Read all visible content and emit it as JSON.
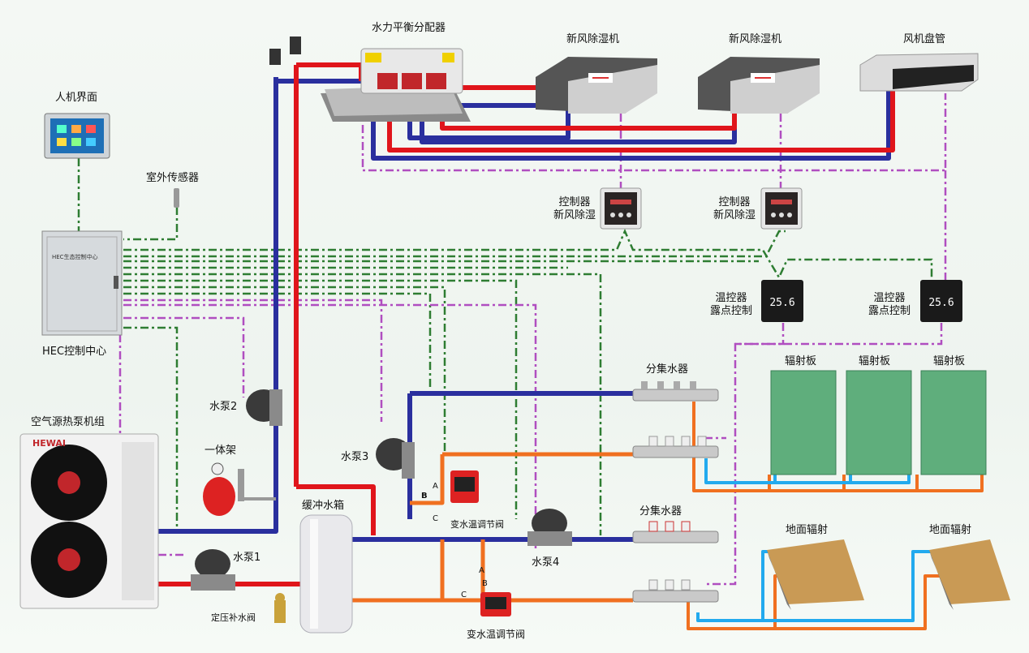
{
  "labels": {
    "hydraulic_distributor": "水力平衡分配器",
    "fresh_air_1": "新风除湿机",
    "fresh_air_2": "新风除湿机",
    "fan_coil": "风机盘管",
    "hmi": "人机界面",
    "outdoor_sensor": "室外传感器",
    "controller_1_line1": "控制器",
    "controller_1_line2": "新风除湿",
    "controller_2_line1": "控制器",
    "controller_2_line2": "新风除湿",
    "thermostat_1_line1": "温控器",
    "thermostat_1_line2": "露点控制",
    "thermostat_2_line1": "温控器",
    "thermostat_2_line2": "露点控制",
    "hec_center": "HEC控制中心",
    "hec_box_text": "HEC生态控制中心",
    "heat_pump": "空气源热泵机组",
    "heat_pump_brand": "HEWAI",
    "pump_1": "水泵1",
    "pump_2": "水泵2",
    "pump_3": "水泵3",
    "pump_4": "水泵4",
    "integrated_rack": "一体架",
    "buffer_tank": "缓冲水箱",
    "pressure_valve": "定压补水阀",
    "mixing_valve_1": "变水温调节阀",
    "mixing_valve_2": "变水温调节阀",
    "manifold_1": "分集水器",
    "manifold_2": "分集水器",
    "radiant_panel_1": "辐射板",
    "radiant_panel_2": "辐射板",
    "radiant_panel_3": "辐射板",
    "floor_radiant_1": "地面辐射",
    "floor_radiant_2": "地面辐射",
    "valve_port_a": "A",
    "valve_port_b": "B",
    "valve_port_c": "C",
    "valve2_port_a": "A",
    "valve2_port_b": "B",
    "valve2_port_c": "C",
    "thermostat_display_1": "25.6",
    "thermostat_display_2": "25.6"
  },
  "colors": {
    "supply_pipe": "#e0151b",
    "return_pipe": "#2a2f9e",
    "radiant_supply": "#f07020",
    "radiant_return": "#22aaee",
    "control_line": "#2e7d32",
    "signal_line": "#b04ec0"
  },
  "icons": [
    "touch-panel-icon",
    "sensor-icon",
    "control-box-icon",
    "heat-pump-icon",
    "pump-icon",
    "expansion-tank-icon",
    "buffer-tank-icon",
    "mixing-valve-icon",
    "manifold-icon",
    "radiant-panel-icon",
    "floor-heating-icon",
    "fresh-air-unit-icon",
    "fan-coil-icon",
    "thermostat-icon",
    "air-vent-icon"
  ]
}
